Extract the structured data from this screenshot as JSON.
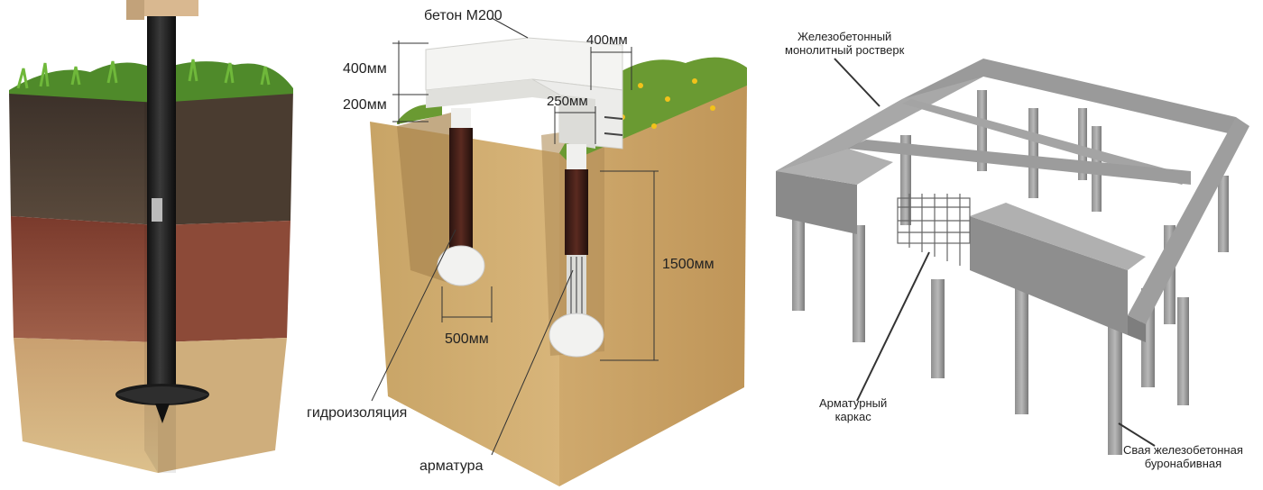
{
  "panel_screw_pile": {},
  "panel_bored_pile": {
    "labels": {
      "concrete": "бетон М200",
      "width_top": "400мм",
      "height_grillage": "400мм",
      "height_above_ground": "200мм",
      "pile_diameter": "250мм",
      "depth": "1500мм",
      "base_diameter": "500мм",
      "waterproofing": "гидроизоляция",
      "rebar": "арматура"
    }
  },
  "panel_grillage": {
    "labels": {
      "grillage_line1": "Железобетонный",
      "grillage_line2": "монолитный ростверк",
      "cage_line1": "Арматурный",
      "cage_line2": "каркас",
      "pile_line1": "Свая железобетонная",
      "pile_line2": "буронабивная"
    }
  }
}
